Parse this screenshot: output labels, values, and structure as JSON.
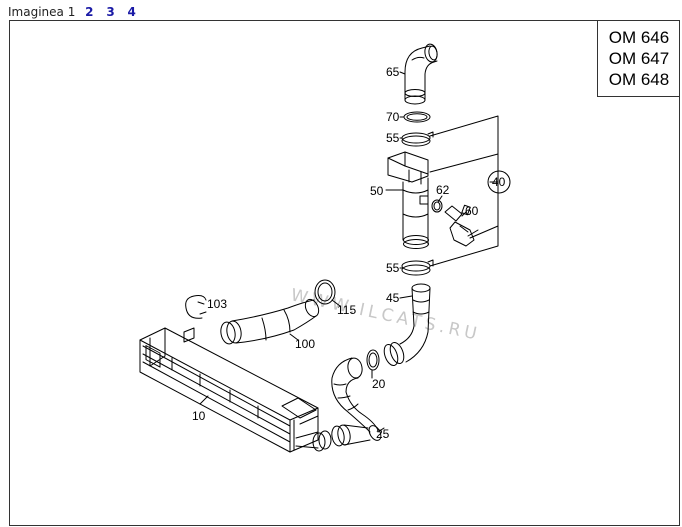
{
  "nav": {
    "label": "Imaginea 1",
    "pages": [
      "2",
      "3",
      "4"
    ]
  },
  "models": [
    "OM 646",
    "OM 647",
    "OM 648"
  ],
  "watermark": "WWW.ILCATS.RU",
  "callouts": {
    "p65": "65",
    "p70": "70",
    "p55a": "55",
    "p50": "50",
    "p62": "62",
    "p60": "60",
    "p40": "40",
    "p55b": "55",
    "p45": "45",
    "p103": "103",
    "p115": "115",
    "p100": "100",
    "p20": "20",
    "p10": "10",
    "p25": "25"
  },
  "colors": {
    "link": "#1a1aa6",
    "line": "#000000",
    "watermark": "#c8c8c8"
  }
}
